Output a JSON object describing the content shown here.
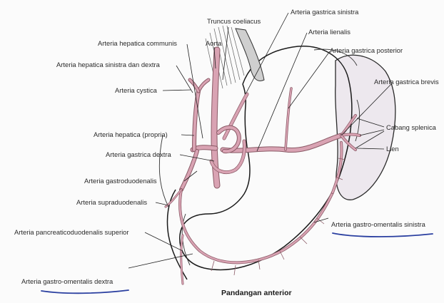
{
  "labels": {
    "truncus_coeliacus": "Truncus coeliacus",
    "arteria_gastrica_sinistra": "Arteria gastrica sinistra",
    "arteria_lienalis": "Arteria lienalis",
    "arteria_hepatica_communis": "Arteria hepatica communis",
    "aorta": "Aorta",
    "arteria_gastrica_posterior": "Arteria gastrica posterior",
    "arteria_hepatica_sinistra_dextra": "Arteria hepatica sinistra dan dextra",
    "arteria_gastrica_brevis": "Arteria gastrica brevis",
    "arteria_cystica": "Arteria cystica",
    "cabang_splenica": "Cabang splenica",
    "arteria_hepatica_propria": "Arteria hepatica (propria)",
    "lien": "Lien",
    "arteria_gastrica_dextra": "Arteria gastrica dextra",
    "arteria_gastroduodenalis": "Arteria gastroduodenalis",
    "arteria_supraduodenalis": "Arteria supraduodenalis",
    "arteria_gastro_omentalis_sinistra": "Arteria gastro-omentalis sinistra",
    "arteria_pancreaticoduodenalis_superior": "Arteria pancreaticoduodenalis superior",
    "arteria_gastro_omentalis_dextra": "Arteria gastro-omentalis dextra",
    "caption": "Pandangan anterior"
  },
  "colors": {
    "artery": "#d9a3b3",
    "artery_edge": "#8a5a66",
    "underline": "#2a3fa0",
    "spleen_fill": "#ede8ee"
  }
}
